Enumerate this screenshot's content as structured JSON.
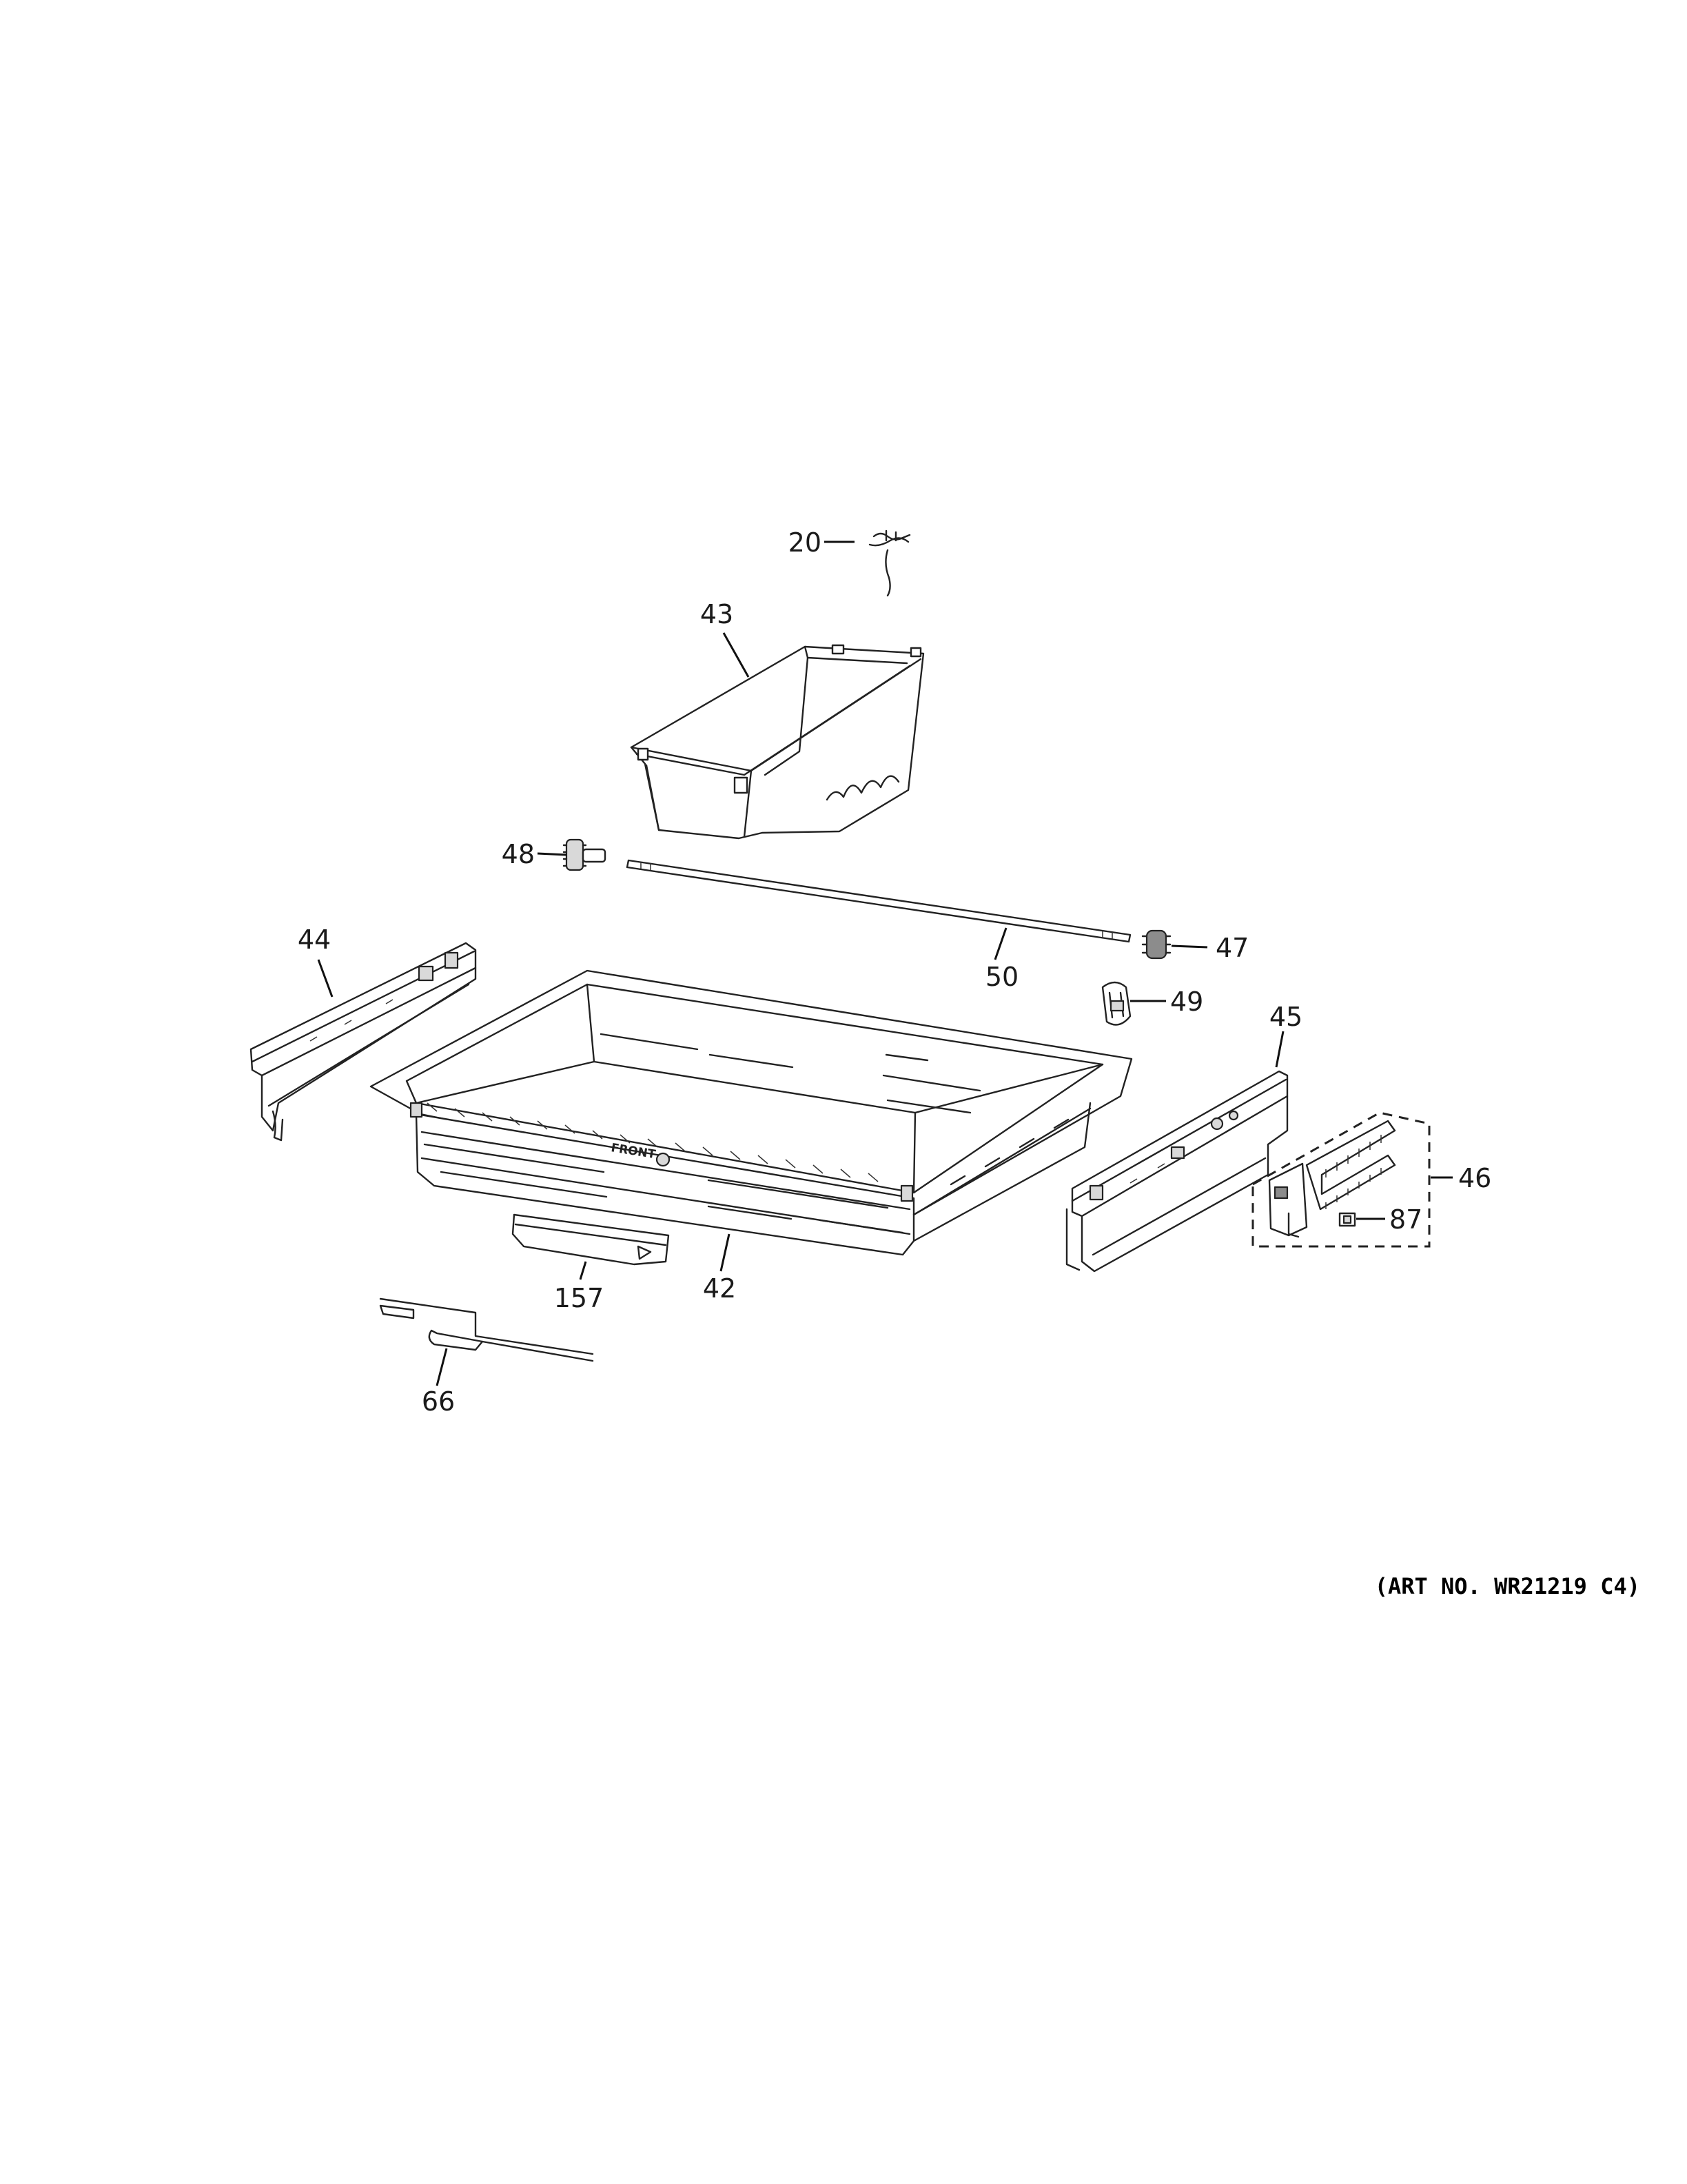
{
  "art_number": "(ART NO. WR21219 C4)",
  "front_label": "FRONT",
  "callouts": {
    "c20": "20",
    "c43": "43",
    "c48": "48",
    "c50": "50",
    "c47": "47",
    "c49": "49",
    "c44": "44",
    "c45": "45",
    "c46": "46",
    "c87": "87",
    "c42": "42",
    "c157": "157",
    "c66": "66"
  }
}
